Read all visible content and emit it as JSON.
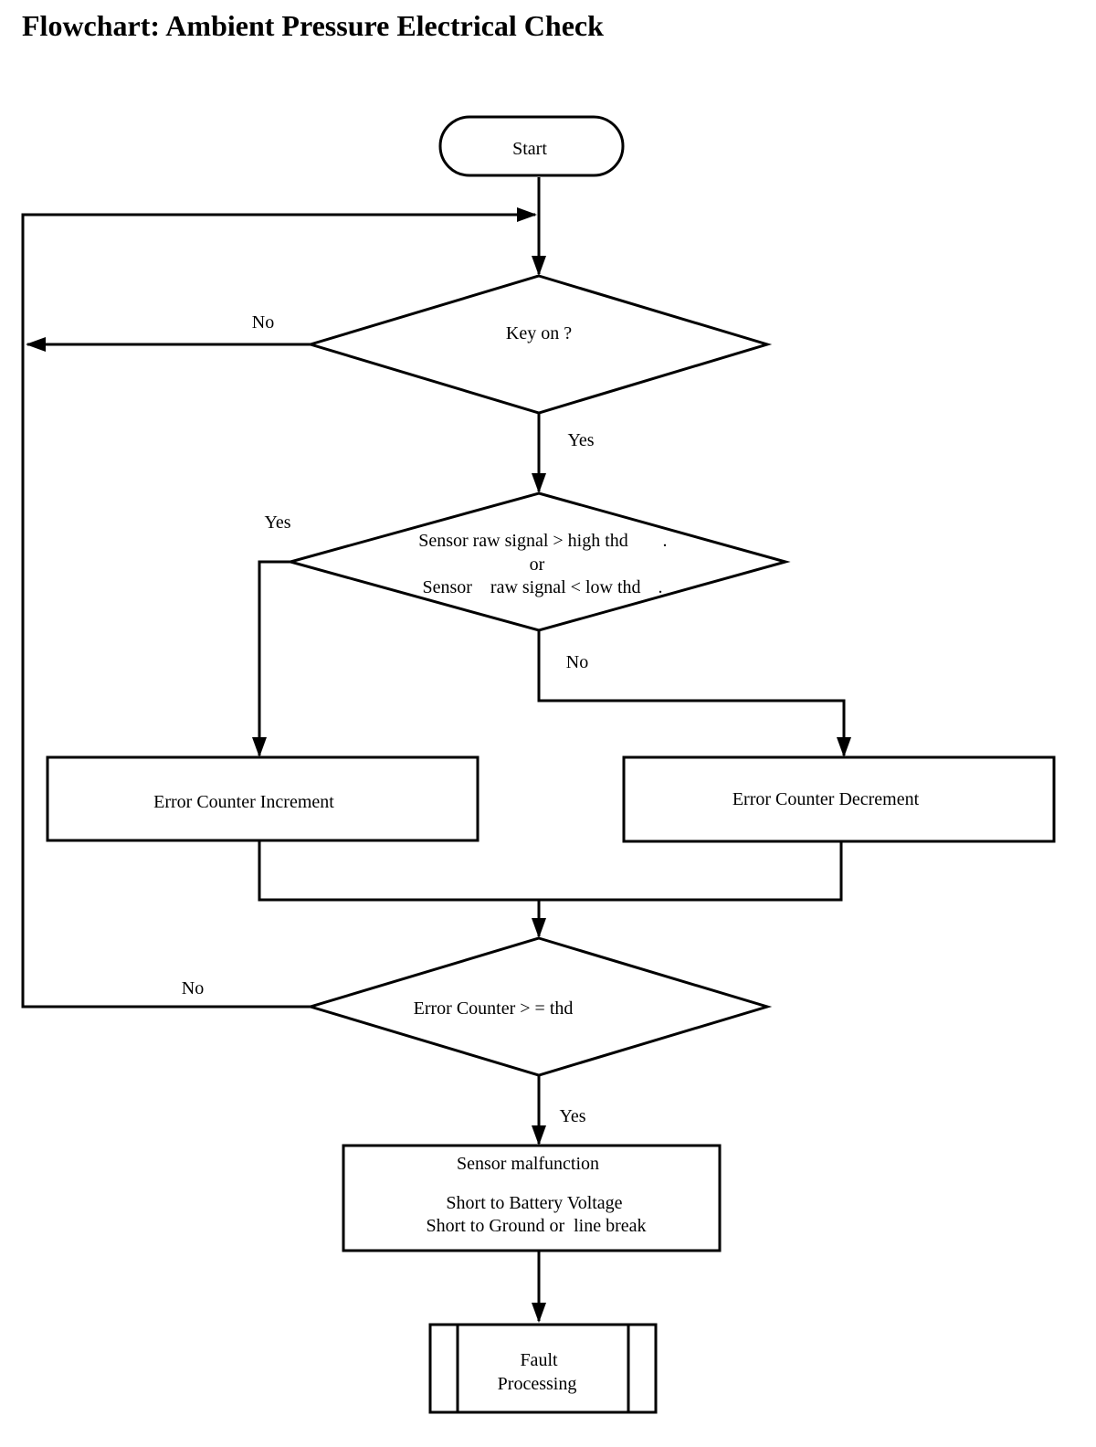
{
  "title": "Flowchart:  Ambient Pressure Electrical Check",
  "nodes": {
    "start": "Start",
    "key_on": "Key on ?",
    "sensor_check": {
      "line1": "Sensor raw signal > high thd",
      "line2": "or",
      "line3": "Sensor    raw signal < low thd"
    },
    "increment": "Error Counter Increment",
    "decrement": "Error Counter Decrement",
    "counter_check": "Error Counter > = thd",
    "malfunction": {
      "line1": "Sensor malfunction",
      "line2": "Short to Battery Voltage",
      "line3": "Short to Ground or  line break"
    },
    "fault": {
      "line1": "Fault",
      "line2": "Processing"
    }
  },
  "edge_labels": {
    "key_no": "No",
    "key_yes": "Yes",
    "sensor_yes": "Yes",
    "sensor_no": "No",
    "counter_no": "No",
    "counter_yes": "Yes"
  }
}
